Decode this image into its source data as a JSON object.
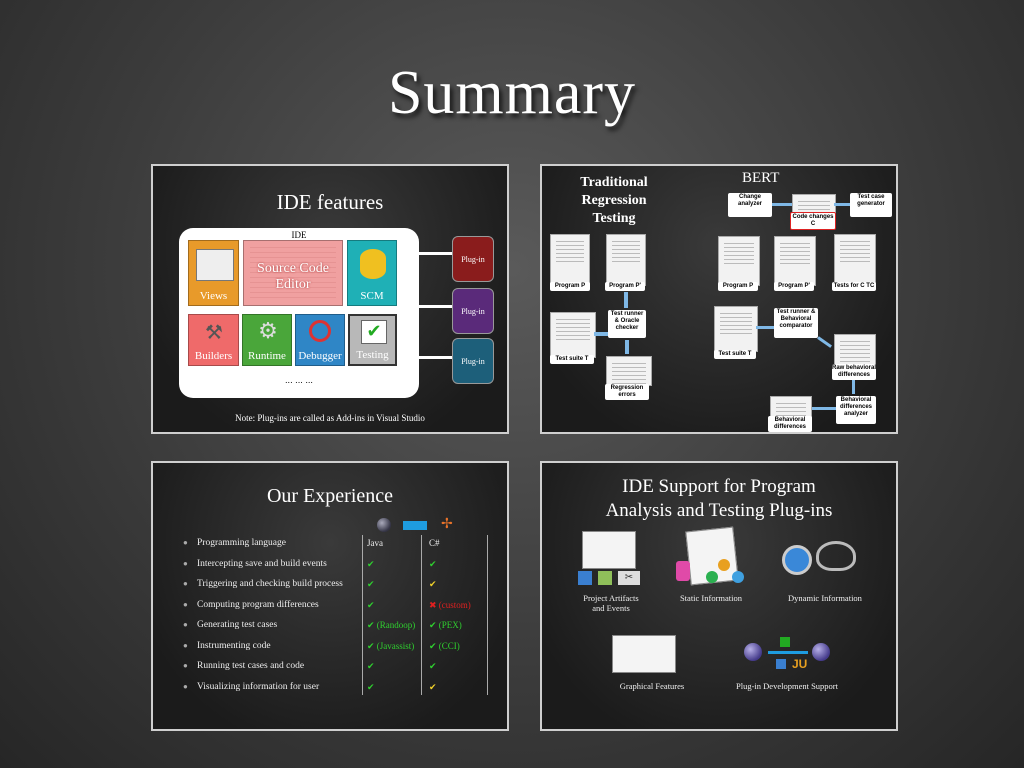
{
  "slide": {
    "title": "Summary"
  },
  "thumb1": {
    "title": "IDE features",
    "ide_label": "IDE",
    "tiles": {
      "views": "Views",
      "editor_line1": "Source Code",
      "editor_line2": "Editor",
      "scm": "SCM",
      "builders": "Builders",
      "runtime": "Runtime",
      "debugger": "Debugger",
      "testing": "Testing"
    },
    "ellipsis": "... ... ...",
    "plugins": [
      "Plug-in",
      "Plug-in",
      "Plug-in"
    ],
    "note": "Note: Plug-ins are called as Add-ins in Visual Studio"
  },
  "thumb2": {
    "trad_title_line1": "Traditional",
    "trad_title_line2": "Regression",
    "trad_title_line3": "Testing",
    "bert_title": "BERT",
    "trad": {
      "program_p": "Program P",
      "program_p2": "Program P'",
      "test_suite": "Test suite T",
      "runner": "Test runner & Oracle checker",
      "errors": "Regression errors"
    },
    "bert": {
      "change_analyzer": "Change analyzer",
      "code_changes": "Code changes C",
      "test_gen": "Test case generator",
      "program_p": "Program P",
      "program_p2": "Program P'",
      "tests_for": "Tests for C TC",
      "test_suite": "Test suite T",
      "runner": "Test runner & Behavioral comparator",
      "raw_diff": "Raw behavioral differences",
      "diff_analyzer": "Behavioral differences analyzer",
      "behav_diff": "Behavioral differences"
    }
  },
  "thumb3": {
    "title": "Our Experience",
    "col_java": "Java",
    "col_cs": "C#",
    "rows": [
      {
        "label": "Programming language",
        "java": "Java",
        "cs": "C#"
      },
      {
        "label": "Intercepting save and build events",
        "java": "✔",
        "cs": "✔"
      },
      {
        "label": "Triggering and checking build process",
        "java": "✔",
        "cs": "✔"
      },
      {
        "label": "Computing program differences",
        "java": "✔",
        "cs": "✖ (custom)"
      },
      {
        "label": "Generating test cases",
        "java": "✔ (Randoop)",
        "cs": "✔ (PEX)"
      },
      {
        "label": "Instrumenting code",
        "java": "✔ (Javassist)",
        "cs": "✔ (CCI)"
      },
      {
        "label": "Running test cases and code",
        "java": "✔",
        "cs": "✔"
      },
      {
        "label": "Visualizing information for user",
        "java": "✔",
        "cs": "✔"
      }
    ],
    "colors": {
      "green": "#2fd02f",
      "yellow": "#f2d22a",
      "red": "#e02020"
    }
  },
  "thumb4": {
    "title_line1": "IDE Support for Program",
    "title_line2": "Analysis and Testing Plug-ins",
    "captions": {
      "artifacts_line1": "Project Artifacts",
      "artifacts_line2": "and Events",
      "static": "Static Information",
      "dynamic": "Dynamic Information",
      "graphical": "Graphical Features",
      "plugin_dev": "Plug-in Development Support"
    }
  }
}
